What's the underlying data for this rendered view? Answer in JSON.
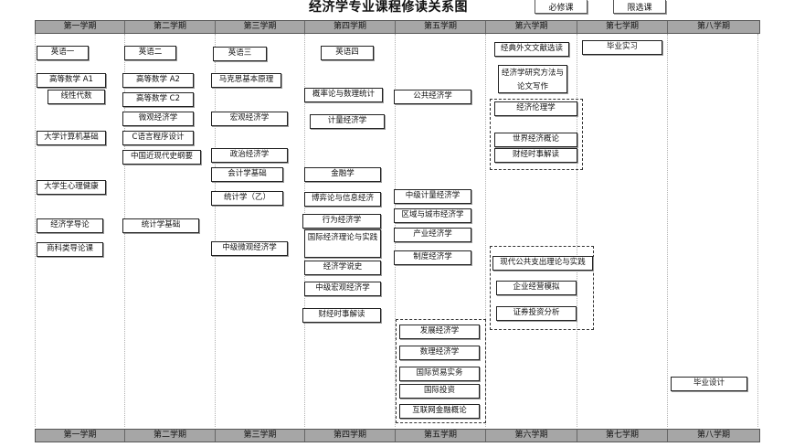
{
  "title": "经济学专业课程修读关系图",
  "legend": {
    "required": "必修课",
    "elective": "限选课"
  },
  "semesters": [
    "第一学期",
    "第二学期",
    "第三学期",
    "第四学期",
    "第五学期",
    "第六学期",
    "第七学期",
    "第八学期"
  ],
  "courses": {
    "c_eng1": "英语一",
    "c_math_a1": "高等数学 A1",
    "c_linalg": "线性代数",
    "c_computer": "大学计算机基础",
    "c_psych": "大学生心理健康",
    "c_econ_intro": "经济学导论",
    "c_cross": "商科类导论课",
    "c_eng2": "英语二",
    "c_math_a2": "高等数学 A2",
    "c_math_c2": "高等数学 C2",
    "c_micro": "微观经济学",
    "c_clang": "C语言程序设计",
    "c_history": "中国近现代史纲要",
    "c_stats_basic": "统计学基础",
    "c_eng3": "英语三",
    "c_marx": "马克思基本原理",
    "c_macro": "宏观经济学",
    "c_political": "政治经济学",
    "c_accounting": "会计学基础",
    "c_stats_b": "统计学（乙）",
    "c_inter_micro": "中级微观经济学",
    "c_eng4": "英语四",
    "c_prob": "概率论与数理统计",
    "c_econometrics": "计量经济学",
    "c_finance": "金融学",
    "c_game": "博弈论与信息经济",
    "c_behavior": "行为经济学",
    "c_intl": "国际经济理论与实践",
    "c_thought": "经济学说史",
    "c_inter_macro": "中级宏观经济学",
    "c_news4": "财经时事解读",
    "c_public": "公共经济学",
    "c_inter_metrics": "中级计量经济学",
    "c_regional": "区域与城市经济学",
    "c_industrial": "产业经济学",
    "c_institution": "制度经济学",
    "c_development": "发展经济学",
    "c_math_econ": "数理经济学",
    "c_trade": "国际贸易实务",
    "c_invest": "国际投资",
    "c_internet": "互联网金融概论",
    "c_classics": "经典外文文献选读",
    "c_method": "经济学研究方法与论文写作",
    "c_ethics": "经济伦理学",
    "c_world": "世界经济概论",
    "c_news6": "财经时事解读",
    "c_modern_public": "现代公共支出理论与实践",
    "c_simulation": "企业经营模拟",
    "c_securities": "证券投资分析",
    "c_intern": "毕业实习",
    "c_thesis": "毕业设计"
  }
}
